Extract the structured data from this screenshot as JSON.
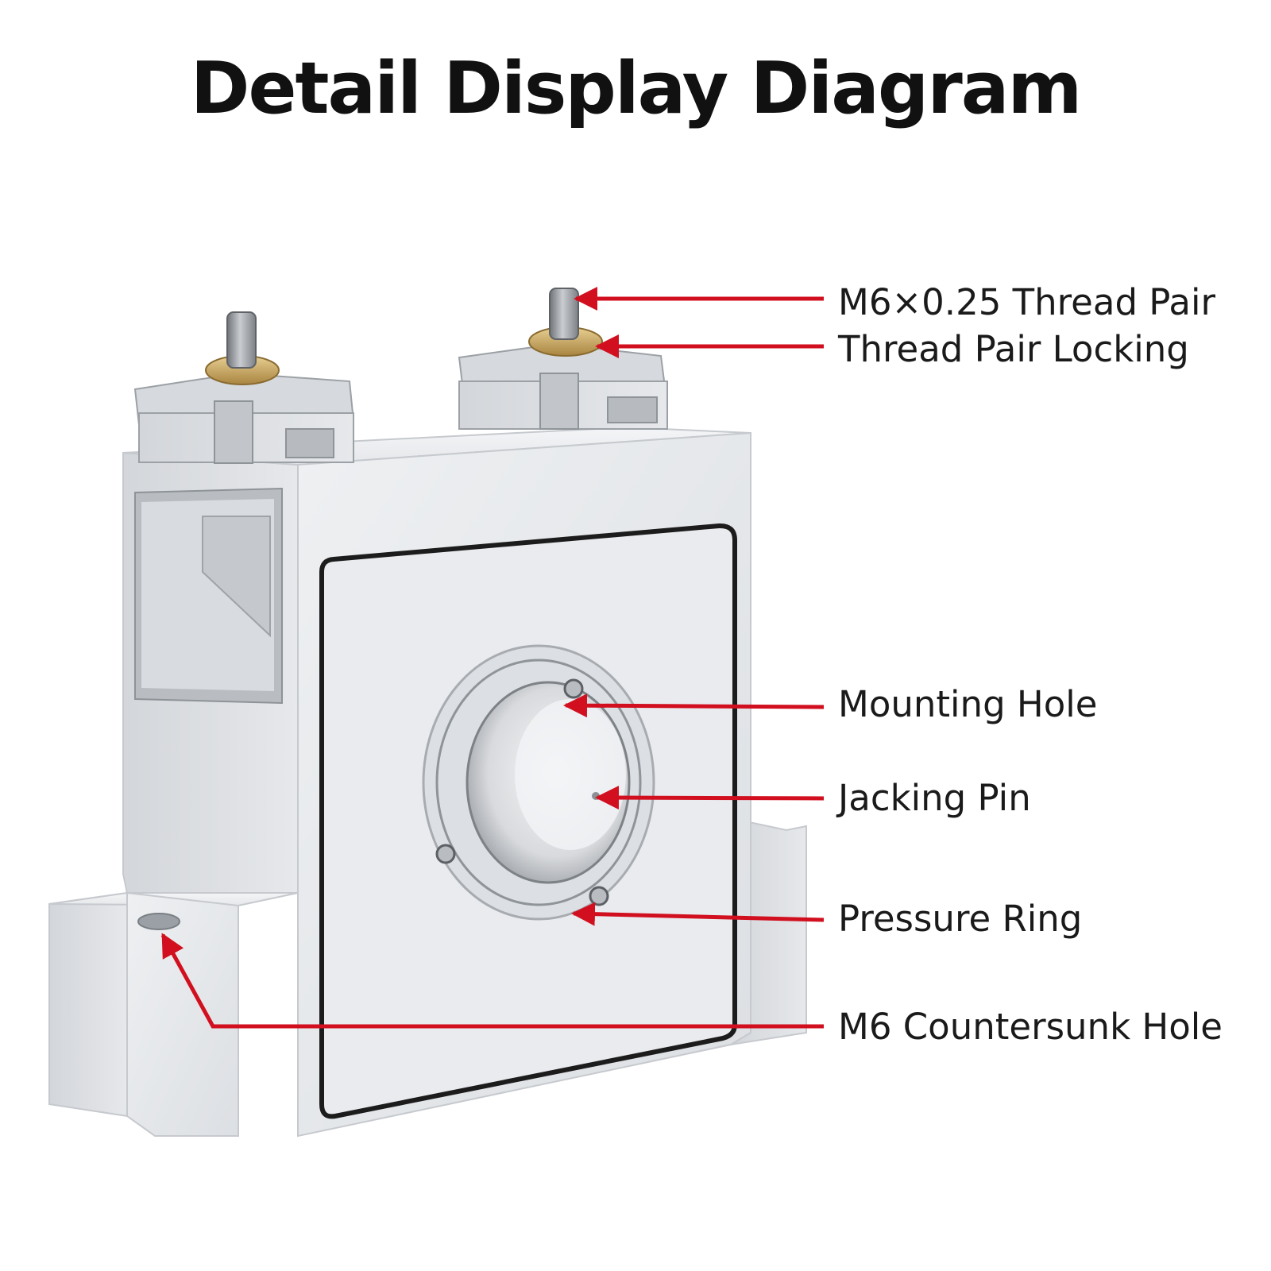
{
  "title": "Detail Display Diagram",
  "colors": {
    "leader_line": "#d10f1f",
    "body_metal": "#e4e6e9",
    "outline": "#1c1c1c",
    "brass": "#c9a45c"
  },
  "product": {
    "name": "",
    "depiction": "aluminum mirror mount block with two top adjuster screws and a central ring aperture"
  },
  "callouts": [
    {
      "id": "thread-pair",
      "label": "M6×0.25 Thread Pair"
    },
    {
      "id": "thread-pair-locking",
      "label": "Thread Pair Locking"
    },
    {
      "id": "mounting-hole",
      "label": "Mounting Hole"
    },
    {
      "id": "jacking-pin",
      "label": "Jacking Pin"
    },
    {
      "id": "pressure-ring",
      "label": "Pressure Ring"
    },
    {
      "id": "m6-countersunk-hole",
      "label": "M6 Countersunk Hole"
    }
  ]
}
